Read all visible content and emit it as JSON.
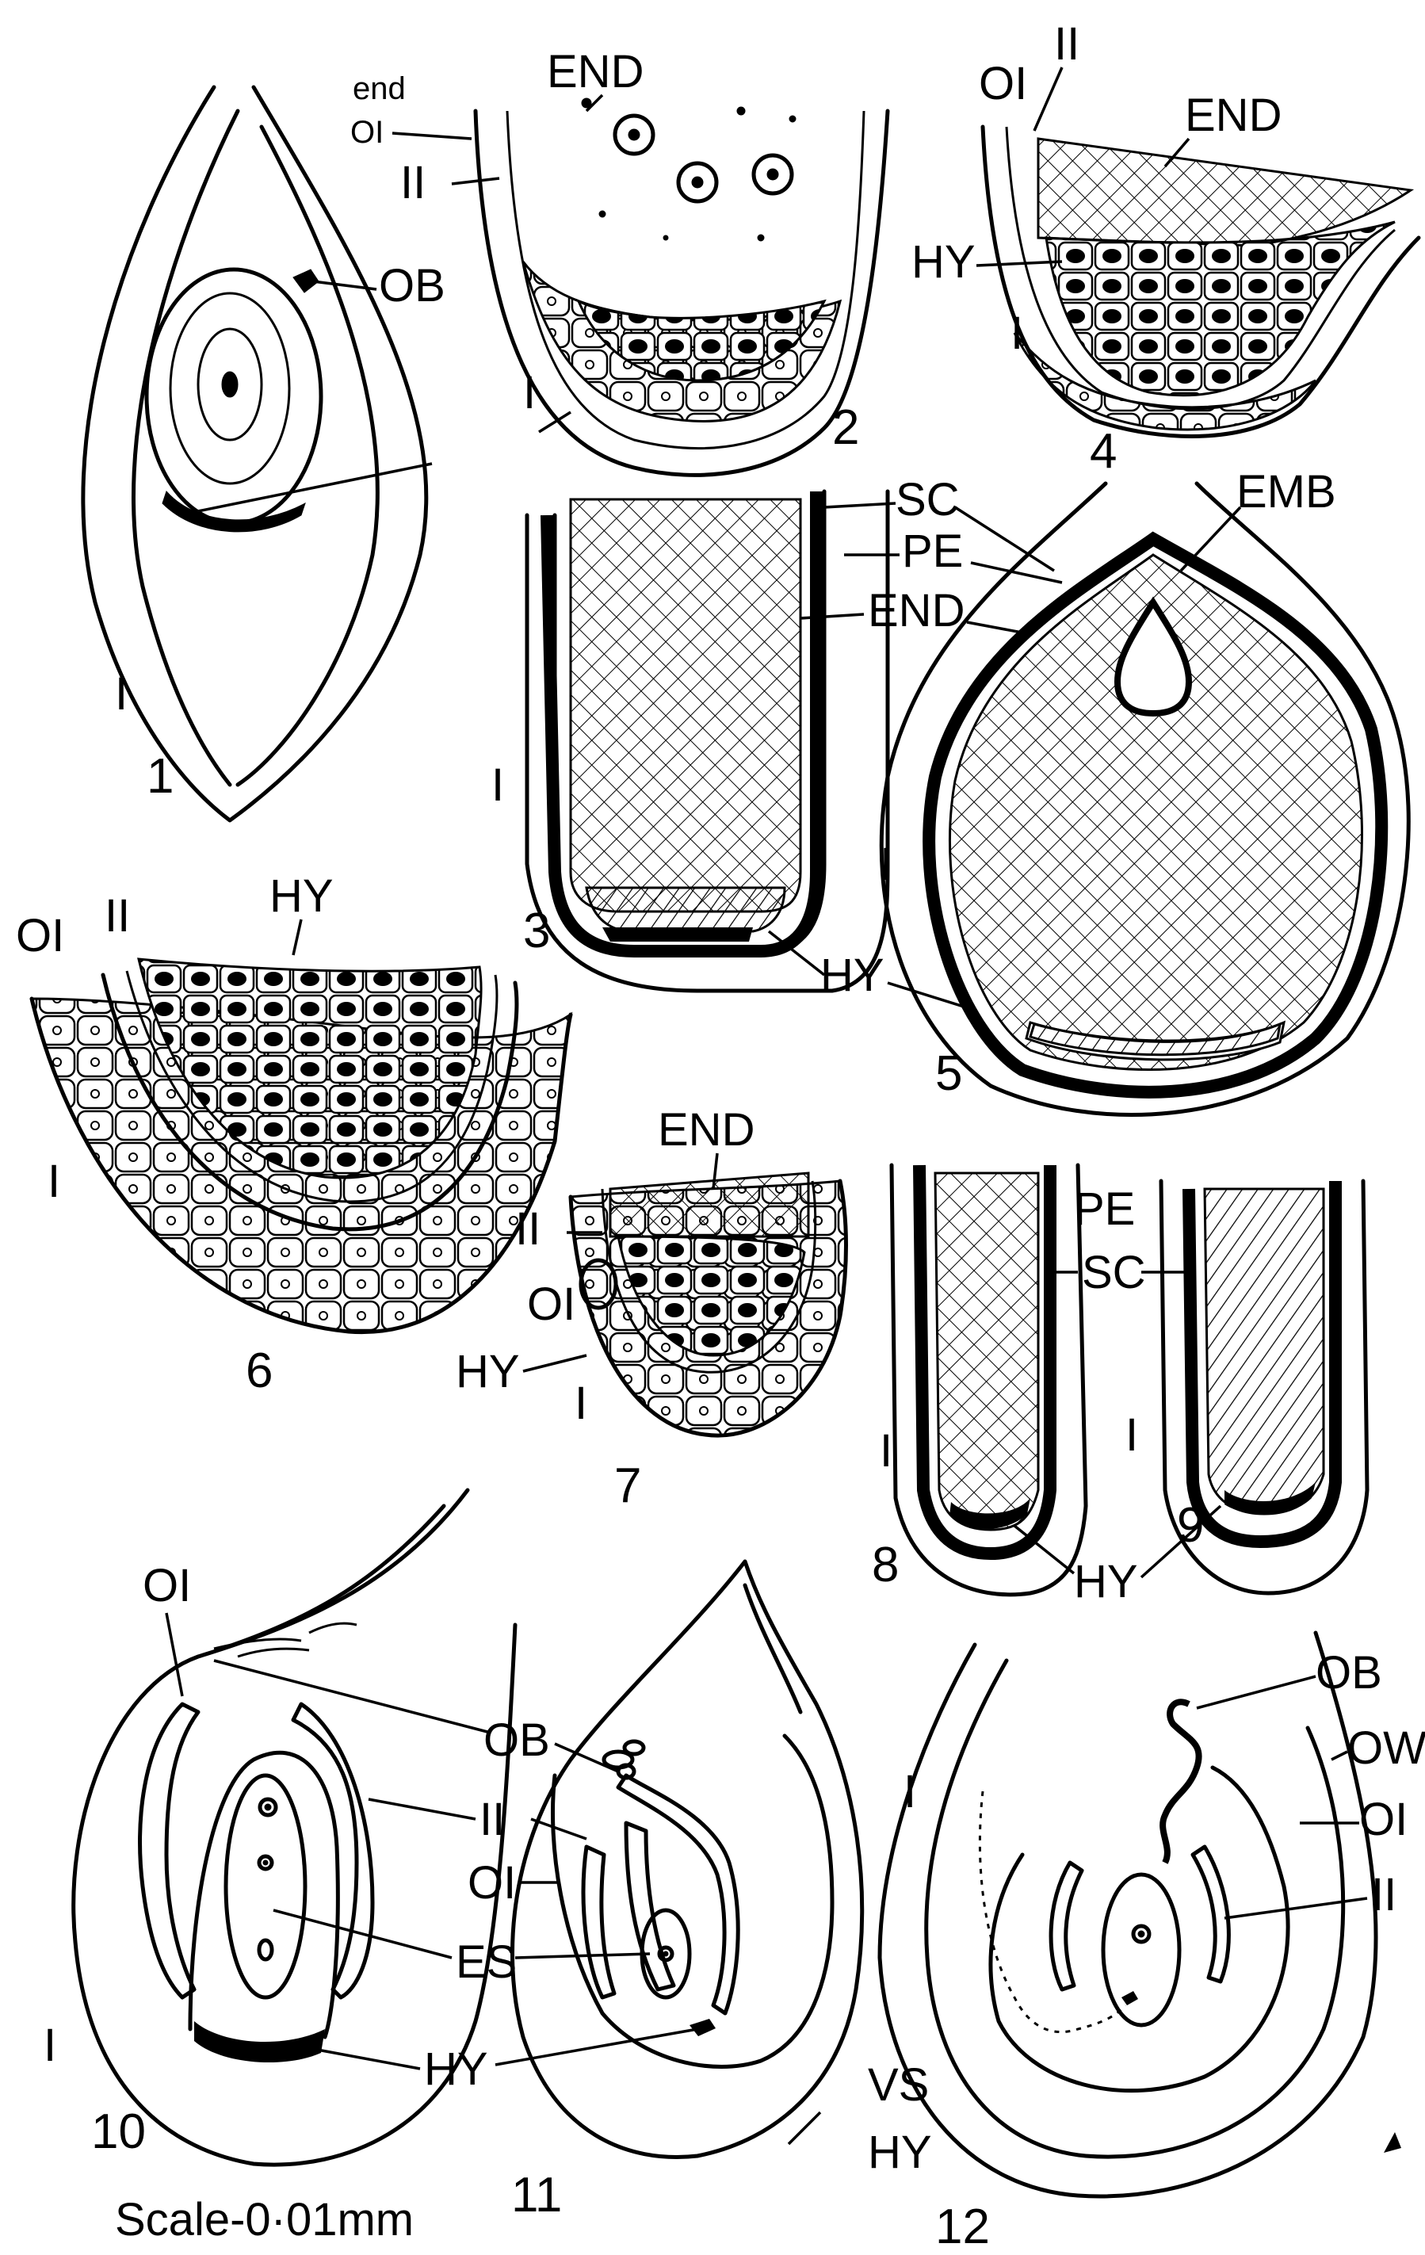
{
  "labels": {
    "end_small": "end",
    "end": "END",
    "oi": "OI",
    "ii": "II",
    "i": "I",
    "ob": "OB",
    "hy": "HY",
    "sc": "SC",
    "pe": "PE",
    "emb": "EMB",
    "es": "ES",
    "ow": "OW",
    "vs": "VS"
  },
  "figure_numbers": [
    "1",
    "2",
    "3",
    "4",
    "5",
    "6",
    "7",
    "8",
    "9",
    "10",
    "11",
    "12"
  ],
  "scale_text": "Scale-0·01mm"
}
